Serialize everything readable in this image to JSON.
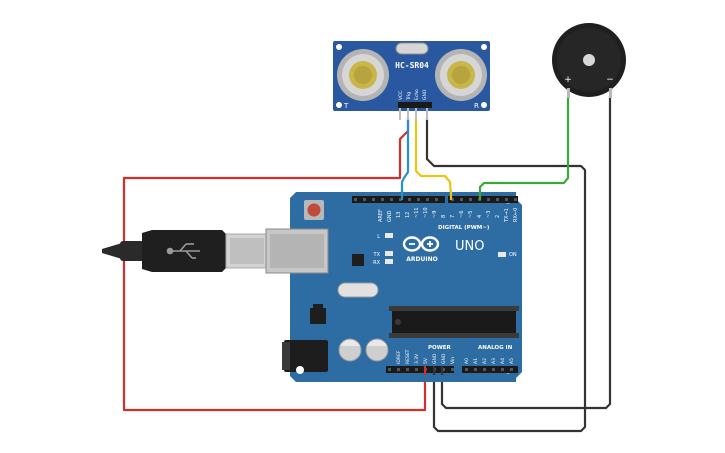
{
  "sensor": {
    "model": "HC-SR04",
    "left_mark": "T",
    "right_mark": "R",
    "pins": [
      "VCC",
      "Trig",
      "Echo",
      "GND"
    ]
  },
  "buzzer": {
    "plus": "+",
    "minus": "−"
  },
  "arduino": {
    "brand": "ARDUINO",
    "model": "UNO",
    "on": "ON",
    "led_l": "L",
    "led_tx": "TX",
    "led_rx": "RX",
    "digital_label": "DIGITAL (PWM~)",
    "power_label": "POWER",
    "analog_label": "ANALOG IN",
    "top_header_labels": [
      "AREF",
      "GND",
      "13",
      "12",
      "~11",
      "~10",
      "~9",
      "8",
      "7",
      "~6",
      "~5",
      "4",
      "~3",
      "2",
      "TX→1",
      "RX←0"
    ],
    "power_pins": [
      "IOREF",
      "RESET",
      "3.3V",
      "5V",
      "GND",
      "GND",
      "Vin"
    ],
    "analog_pins": [
      "A0",
      "A1",
      "A2",
      "A3",
      "A4",
      "A5"
    ]
  },
  "colors": {
    "board": "#2d6da3",
    "wire_red": "#d32e2a",
    "wire_yellow": "#e8c418",
    "wire_blue": "#2492c9",
    "wire_green": "#3aa83a",
    "wire_black": "#333333"
  }
}
